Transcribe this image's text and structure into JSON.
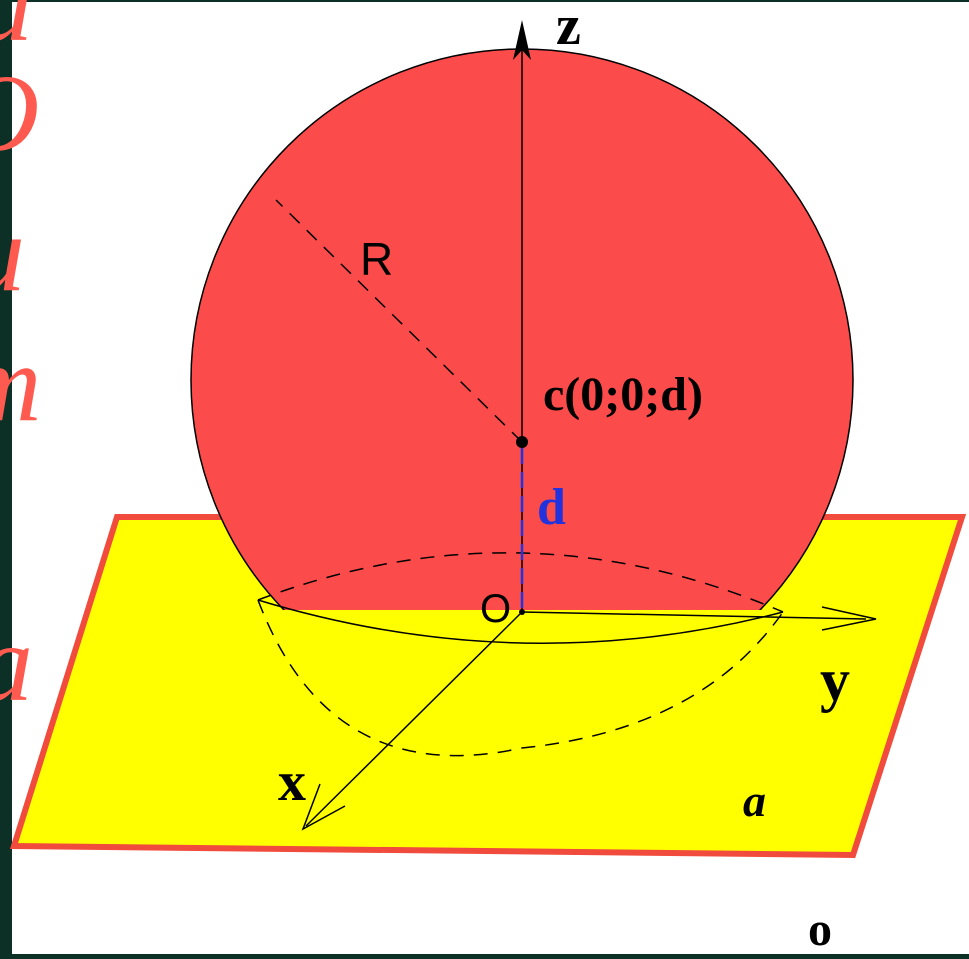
{
  "diagram": {
    "labels": {
      "z_axis": "z",
      "y_axis": "y",
      "x_axis": "x",
      "radius": "R",
      "center": "c(0;0;d)",
      "distance": "d",
      "origin": "O",
      "plane": "a",
      "footer": "o"
    },
    "side_glyphs": [
      "a",
      "O",
      "u",
      "m",
      "a"
    ],
    "colors": {
      "background": "#0c3026",
      "canvas": "#ffffff",
      "sphere": "#fb4b4b",
      "plane": "#ffff00",
      "plane_border": "#f04b3c",
      "distance_label": "#2233dd",
      "side_glyphs": "#ff5a50",
      "ink": "#000000"
    }
  }
}
